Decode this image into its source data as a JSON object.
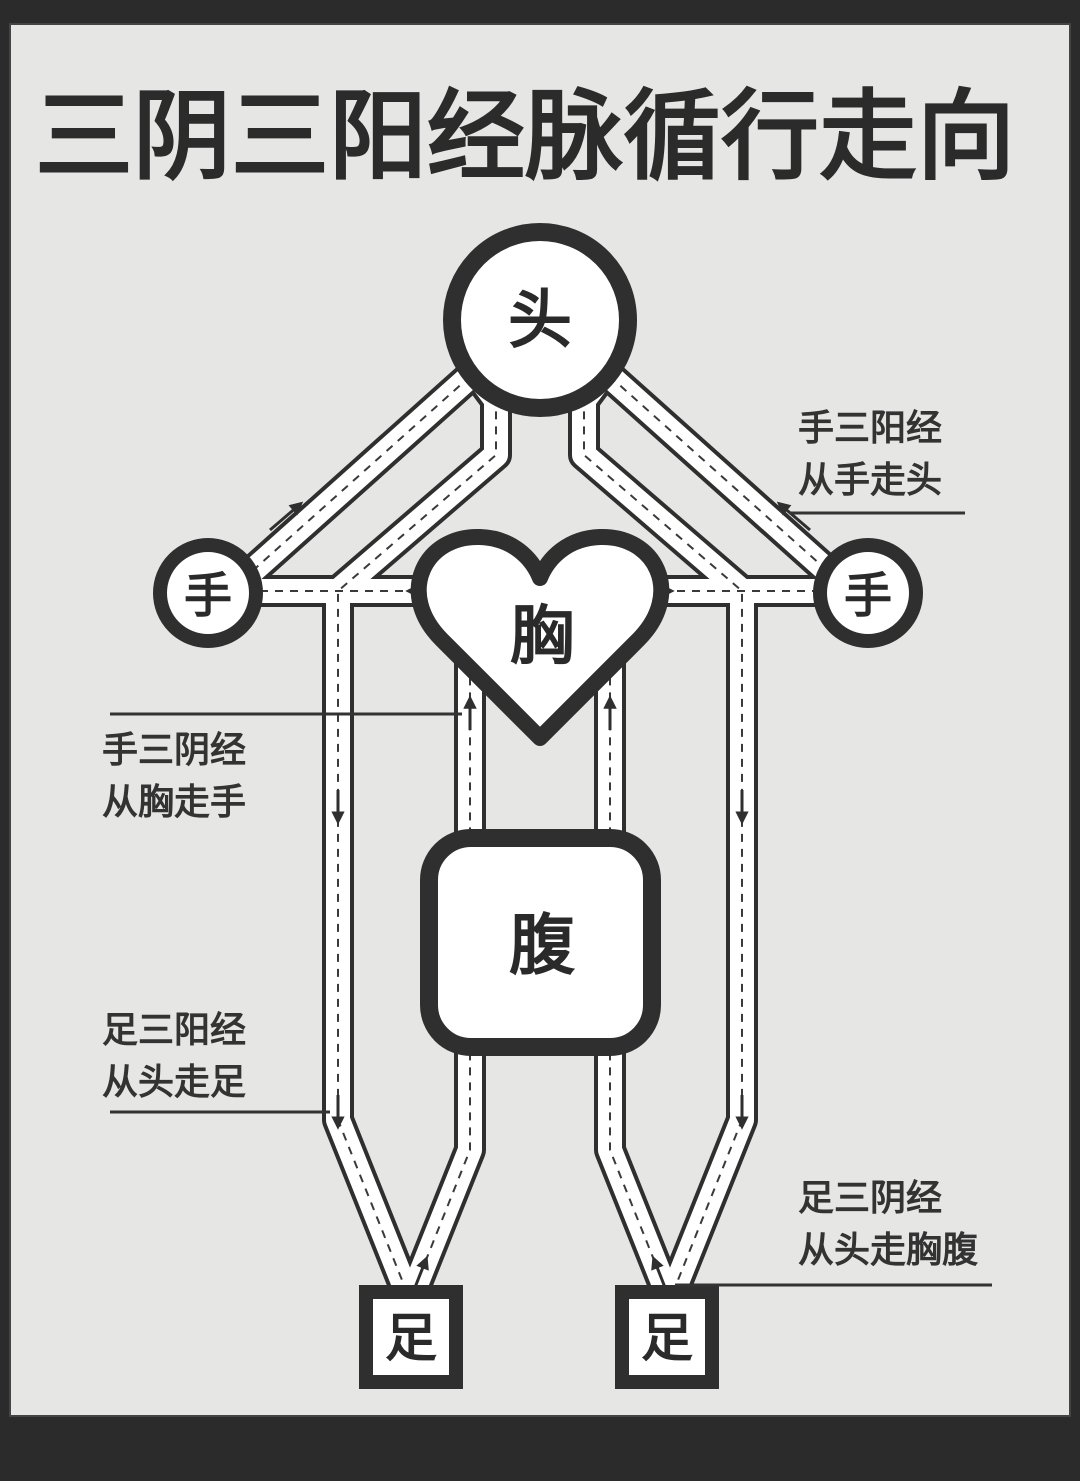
{
  "title": "三阴三阳经脉循行走向",
  "nodes": {
    "head": "头",
    "hand_left": "手",
    "hand_right": "手",
    "chest": "胸",
    "abdomen": "腹",
    "foot_left": "足",
    "foot_right": "足"
  },
  "labels": {
    "hand_three_yang": {
      "line1": "手三阳经",
      "line2": "从手走头"
    },
    "hand_three_yin": {
      "line1": "手三阴经",
      "line2": "从胸走手"
    },
    "foot_three_yang": {
      "line1": "足三阳经",
      "line2": "从头走足"
    },
    "foot_three_yin": {
      "line1": "足三阴经",
      "line2": "从头走胸腹"
    }
  },
  "colors": {
    "background": "#e6e6e4",
    "frame": "#2b2b2b",
    "path_fill": "#ffffff",
    "path_outline": "#2f2f2f",
    "node_fill": "#ffffff"
  }
}
